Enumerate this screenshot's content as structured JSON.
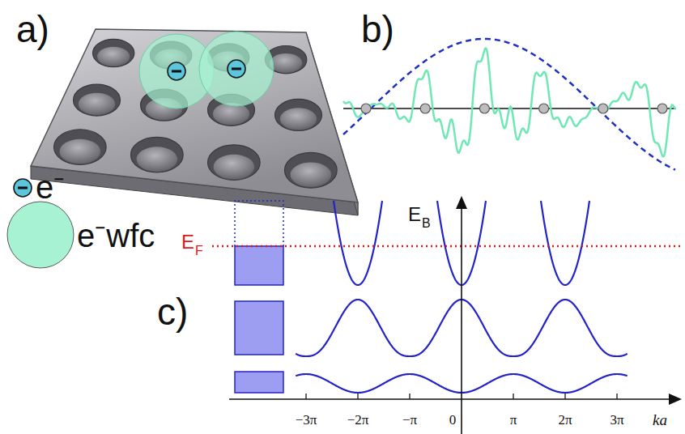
{
  "diagram": {
    "labels": [
      "a)",
      "b)",
      "c)",
      "E",
      "B",
      "E",
      "F",
      "−3π",
      "−2π",
      "−π",
      "0",
      "π",
      "2π",
      "3π",
      "ka"
    ],
    "legend": [
      {
        "text": "e⁻"
      },
      {
        "text": "e⁻wfc",
        "color": "#a6f2d2"
      }
    ]
  }
}
